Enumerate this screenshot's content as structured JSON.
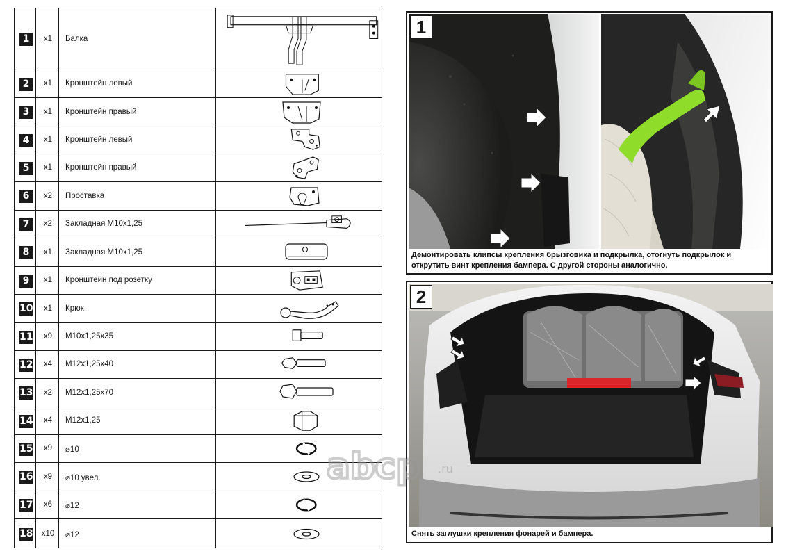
{
  "parts": [
    {
      "num": "1",
      "qty": "x1",
      "name": "Балка",
      "icon": "tow-beam-icon"
    },
    {
      "num": "2",
      "qty": "x1",
      "name": "Кронштейн левый",
      "icon": "bracket-left-icon"
    },
    {
      "num": "3",
      "qty": "x1",
      "name": "Кронштейн правый",
      "icon": "bracket-right-icon"
    },
    {
      "num": "4",
      "qty": "x1",
      "name": "Кронштейн левый",
      "icon": "plate-bracket-left-icon"
    },
    {
      "num": "5",
      "qty": "x1",
      "name": "Кронштейн правый",
      "icon": "plate-bracket-right-icon"
    },
    {
      "num": "6",
      "qty": "x2",
      "name": "Проставка",
      "icon": "spacer-icon"
    },
    {
      "num": "7",
      "qty": "x2",
      "name": "Закладная M10x1,25",
      "icon": "wire-insert-nut-icon"
    },
    {
      "num": "8",
      "qty": "x1",
      "name": "Закладная M10x1,25",
      "icon": "block-insert-nut-icon"
    },
    {
      "num": "9",
      "qty": "x1",
      "name": "Кронштейн под розетку",
      "icon": "socket-bracket-icon"
    },
    {
      "num": "10",
      "qty": "x1",
      "name": "Крюк",
      "icon": "tow-ball-hook-icon"
    },
    {
      "num": "11",
      "qty": "x9",
      "name": "M10x1,25x35",
      "icon": "bolt-short-icon"
    },
    {
      "num": "12",
      "qty": "x4",
      "name": "M12x1,25x40",
      "icon": "bolt-medium-icon"
    },
    {
      "num": "13",
      "qty": "x2",
      "name": "M12x1,25x70",
      "icon": "bolt-long-icon"
    },
    {
      "num": "14",
      "qty": "x4",
      "name": "M12x1,25",
      "icon": "hex-nut-icon"
    },
    {
      "num": "15",
      "qty": "x9",
      "name": "⌀10",
      "icon": "spring-washer-icon"
    },
    {
      "num": "16",
      "qty": "x9",
      "name": "⌀10 увел.",
      "icon": "flat-washer-icon"
    },
    {
      "num": "17",
      "qty": "x6",
      "name": "⌀12",
      "icon": "spring-washer-icon"
    },
    {
      "num": "18",
      "qty": "x10",
      "name": "⌀12",
      "icon": "flat-washer-icon"
    }
  ],
  "steps": [
    {
      "num": "1",
      "caption": "Демонтировать клипсы крепления брызговика и подкрылка, отогнуть подкрылок и открутить винт крепления бампера. С другой стороны аналогично."
    },
    {
      "num": "2",
      "caption": "Снять заглушки крепления фонарей и бампера."
    }
  ],
  "watermark": {
    "brand": "abcp",
    "tld": ".ru"
  },
  "colors": {
    "ink": "#1a1a1a",
    "tool_green": "#8fdc2a",
    "trunk_red": "#d8262a"
  }
}
